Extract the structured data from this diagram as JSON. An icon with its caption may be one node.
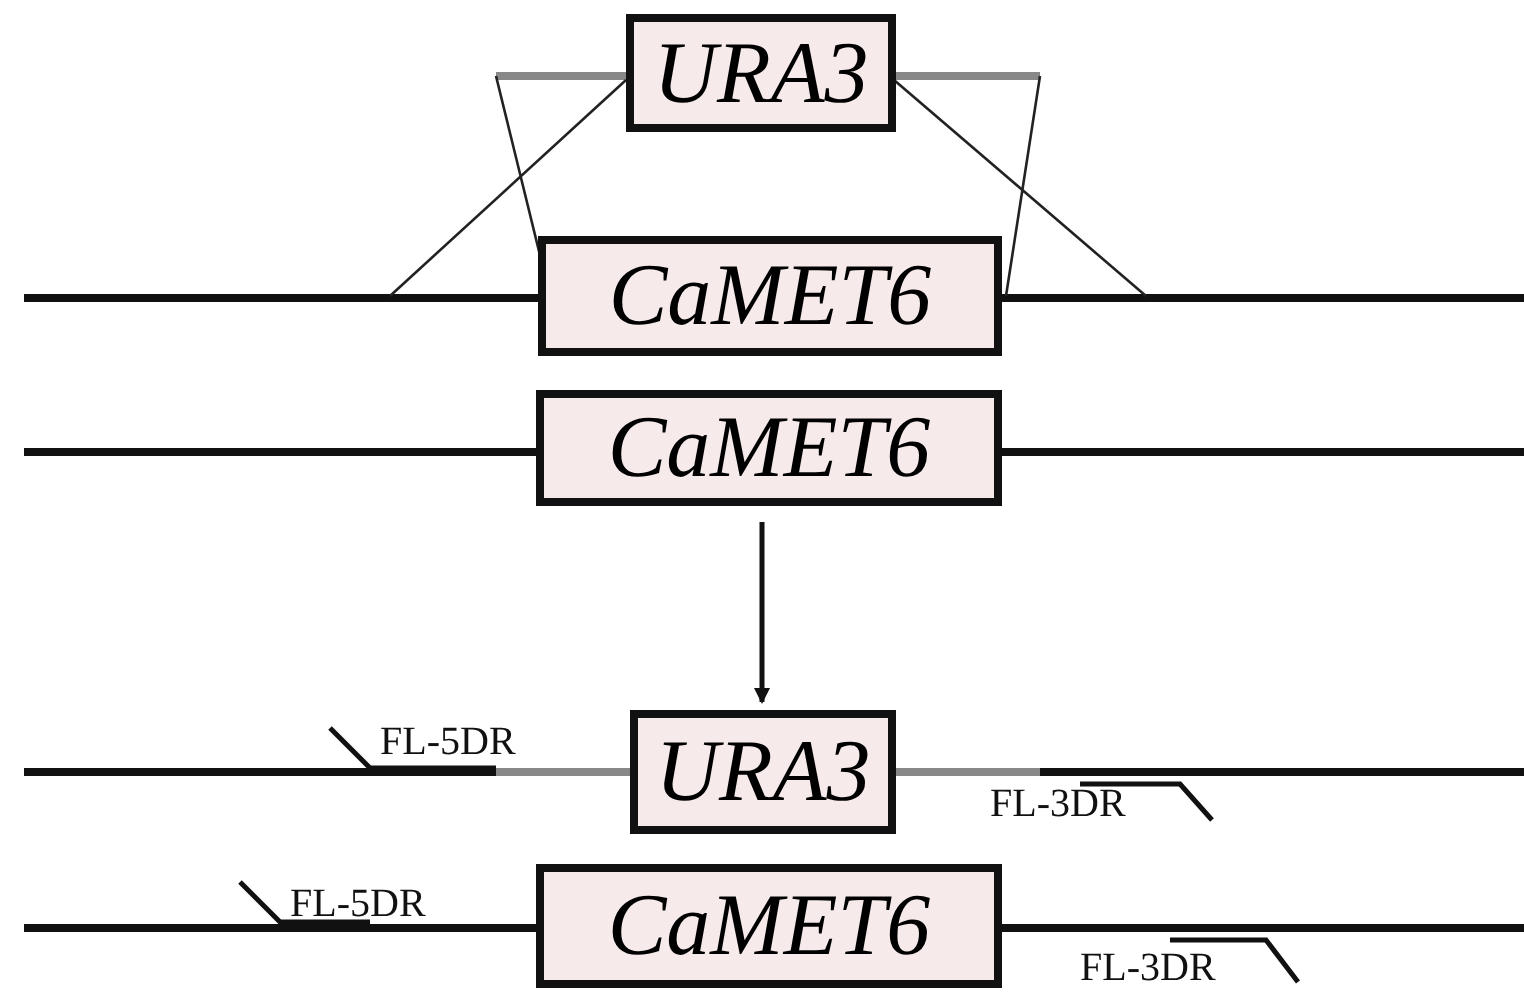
{
  "diagram": {
    "nodes": [
      {
        "text": [
          "URA3"
        ]
      },
      {
        "text": [
          "CaMET6"
        ]
      },
      {
        "text": [
          "CaMET6"
        ]
      },
      {
        "text": [
          "URA3"
        ]
      },
      {
        "text": [
          "CaMET6"
        ]
      }
    ],
    "edges": [
      {
        "from": 2,
        "to": 3,
        "arrow": "to"
      }
    ],
    "labels": [
      "FL-5DR",
      "FL-3DR",
      "FL-5DR",
      "FL-3DR"
    ]
  }
}
